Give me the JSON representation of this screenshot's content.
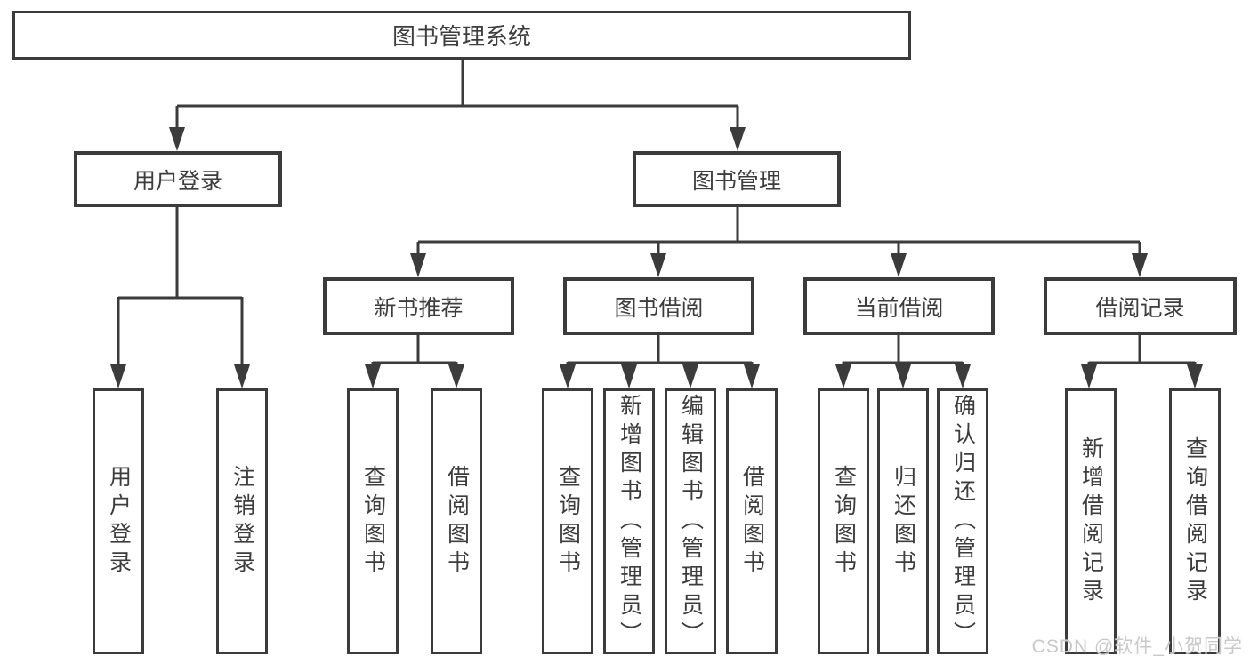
{
  "diagram": {
    "root": {
      "label": "图书管理系统"
    },
    "level1": [
      {
        "id": "user-login",
        "label": "用户登录"
      },
      {
        "id": "book-management",
        "label": "图书管理"
      }
    ],
    "level2": [
      {
        "id": "new-book-recommendation",
        "parent": "book-management",
        "label": "新书推荐"
      },
      {
        "id": "book-borrowing",
        "parent": "book-management",
        "label": "图书借阅"
      },
      {
        "id": "current-borrowing",
        "parent": "book-management",
        "label": "当前借阅"
      },
      {
        "id": "borrowing-records",
        "parent": "book-management",
        "label": "借阅记录"
      }
    ],
    "leaves": [
      {
        "parent": "user-login",
        "label": "用户登录"
      },
      {
        "parent": "user-login",
        "label": "注销登录"
      },
      {
        "parent": "new-book-recommendation",
        "label": "查询图书"
      },
      {
        "parent": "new-book-recommendation",
        "label": "借阅图书"
      },
      {
        "parent": "book-borrowing",
        "label": "查询图书"
      },
      {
        "parent": "book-borrowing",
        "label": "新增图书（管理员）"
      },
      {
        "parent": "book-borrowing",
        "label": "编辑图书（管理员）"
      },
      {
        "parent": "book-borrowing",
        "label": "借阅图书"
      },
      {
        "parent": "current-borrowing",
        "label": "查询图书"
      },
      {
        "parent": "current-borrowing",
        "label": "归还图书"
      },
      {
        "parent": "current-borrowing",
        "label": "确认归还（管理员）"
      },
      {
        "parent": "borrowing-records",
        "label": "新增借阅记录"
      },
      {
        "parent": "borrowing-records",
        "label": "查询借阅记录"
      }
    ],
    "watermark": "CSDN @软件_小贺同学",
    "colors": {
      "line": "#3b3b3b",
      "text": "#3d3d3d",
      "watermark": "#c9c9c9",
      "background": "#ffffff"
    }
  }
}
